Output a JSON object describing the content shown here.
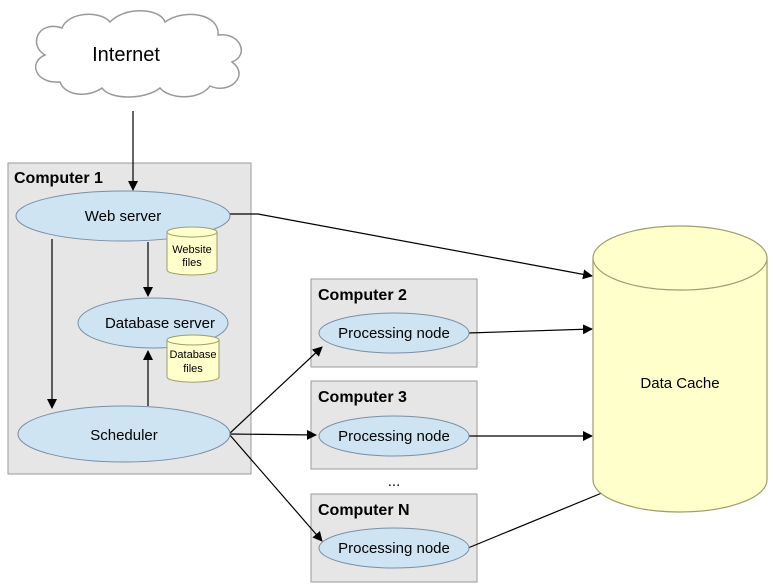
{
  "diagram": {
    "internet": {
      "label": "Internet"
    },
    "computers": [
      {
        "id": "c1",
        "title": "Computer 1"
      },
      {
        "id": "c2",
        "title": "Computer 2"
      },
      {
        "id": "c3",
        "title": "Computer 3"
      },
      {
        "id": "cn",
        "title": "Computer N"
      }
    ],
    "nodes": {
      "web_server": "Web server",
      "database_server": "Database server",
      "scheduler": "Scheduler",
      "processing_node_2": "Processing node",
      "processing_node_3": "Processing node",
      "processing_node_n": "Processing node"
    },
    "files": {
      "website_files_line1": "Website",
      "website_files_line2": "files",
      "database_files_line1": "Database",
      "database_files_line2": "files"
    },
    "data_cache": "Data Cache",
    "ellipsis": "...",
    "colors": {
      "computer_box_fill": "#e6e6e6",
      "computer_box_stroke": "#999999",
      "node_fill": "#cfe4f3",
      "node_stroke": "#7a8fa3",
      "cylinder_fill": "#ffffcc",
      "cylinder_stroke": "#9e9e6b"
    }
  }
}
